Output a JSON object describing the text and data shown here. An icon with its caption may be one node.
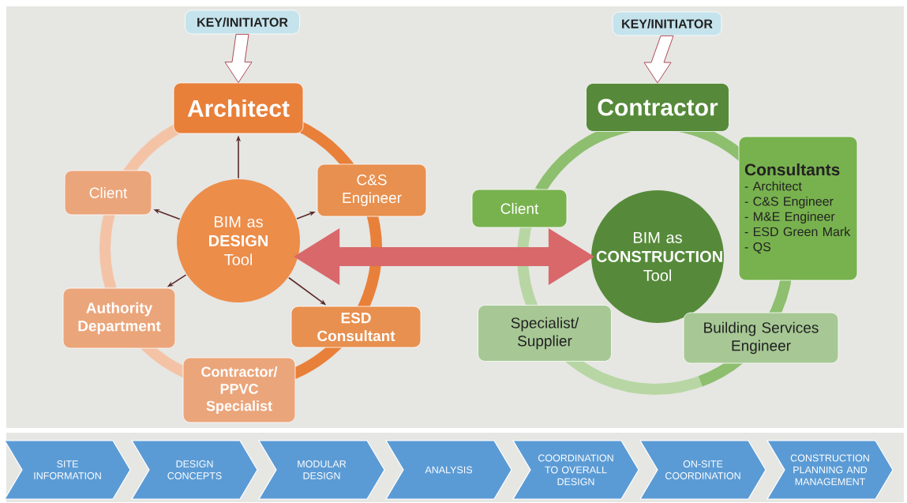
{
  "diagram": {
    "nodes": [
      {
        "text": [
          "KEY/INITIATOR"
        ]
      },
      {
        "text": [
          "Architect"
        ]
      },
      {
        "text": [
          "BIM as **DESIGN** Tool"
        ]
      },
      {
        "text": [
          "Client"
        ]
      },
      {
        "text": [
          "C&S Engineer"
        ]
      },
      {
        "text": [
          "Authority Department"
        ]
      },
      {
        "text": [
          "ESD Consultant"
        ]
      },
      {
        "text": [
          "Contractor/ PPVC Specialist"
        ]
      },
      {
        "text": [
          "KEY/INITIATOR"
        ]
      },
      {
        "text": [
          "Contractor"
        ]
      },
      {
        "text": [
          "Client"
        ]
      },
      {
        "text": [
          "BIM as **CONSTRUCTION** Tool"
        ]
      },
      {
        "text": [
          "Consultants",
          "- Architect",
          "- C&S Engineer",
          "- M&E Engineer",
          "- ESD Green Mark",
          "- QS"
        ]
      },
      {
        "text": [
          "Specialist/ Supplier"
        ]
      },
      {
        "text": [
          "Building Services Engineer"
        ]
      },
      {
        "text": [
          "SITE INFORMATION"
        ]
      },
      {
        "text": [
          "DESIGN CONCEPTS"
        ]
      },
      {
        "text": [
          "MODULAR DESIGN"
        ]
      },
      {
        "text": [
          "ANALYSIS"
        ]
      },
      {
        "text": [
          "COORDINATION TO OVERALL DESIGN"
        ]
      },
      {
        "text": [
          "ON-SITE COORDINATION"
        ]
      },
      {
        "text": [
          "CONSTRUCTION PLANNING AND MANAGEMENT"
        ]
      }
    ],
    "edges": [
      {
        "from": 0,
        "to": 1,
        "arrow": "to",
        "style": "thick"
      },
      {
        "from": 2,
        "to": 1,
        "arrow": "to"
      },
      {
        "from": 2,
        "to": 3,
        "arrow": "to"
      },
      {
        "from": 2,
        "to": 4,
        "arrow": "to"
      },
      {
        "from": 2,
        "to": 5,
        "arrow": "to"
      },
      {
        "from": 2,
        "to": 6,
        "arrow": "to"
      },
      {
        "from": 8,
        "to": 9,
        "arrow": "to",
        "style": "thick"
      },
      {
        "from": 2,
        "to": 11,
        "arrow": "both",
        "style": "thick",
        "color": "#d9686b"
      }
    ]
  }
}
